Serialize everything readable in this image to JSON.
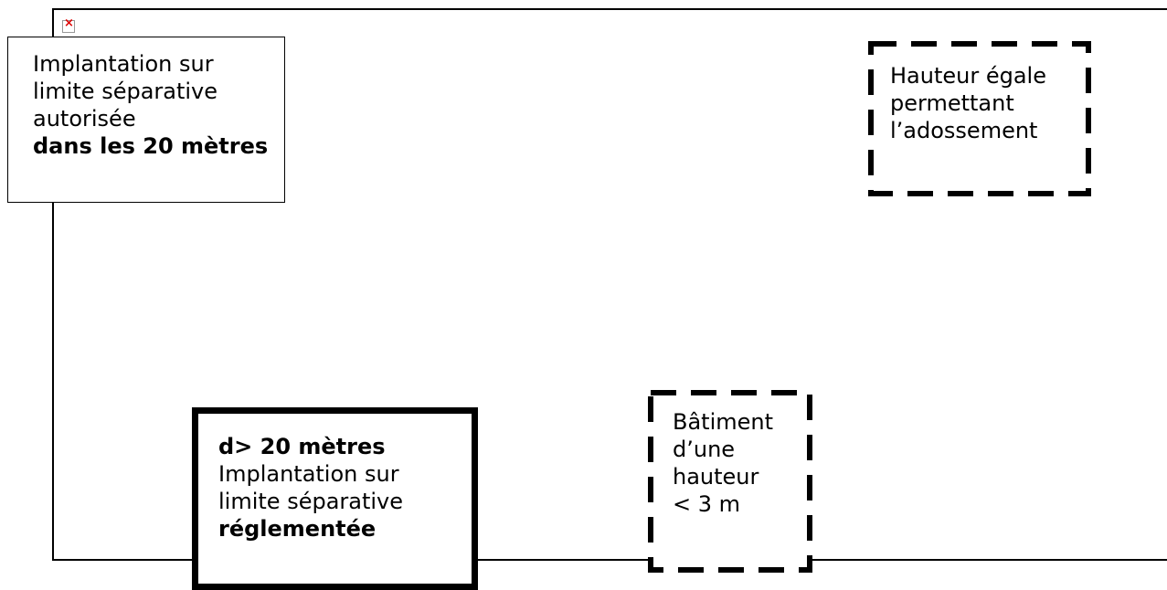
{
  "boxes": {
    "top_left": {
      "lines": [
        "Implantation sur",
        "limite séparative",
        "autorisée"
      ],
      "bold": "dans les 20 mètres"
    },
    "top_right": {
      "lines": [
        "Hauteur égale",
        "permettant",
        "l’adossement"
      ]
    },
    "bottom_center": {
      "bold": "d> 20 mètres",
      "lines": [
        "Implantation sur",
        "limite séparative"
      ],
      "bold_end": "réglementée"
    },
    "bottom_small": {
      "lines": [
        "Bâtiment",
        "d’une",
        "hauteur",
        "< 3 m"
      ]
    }
  }
}
